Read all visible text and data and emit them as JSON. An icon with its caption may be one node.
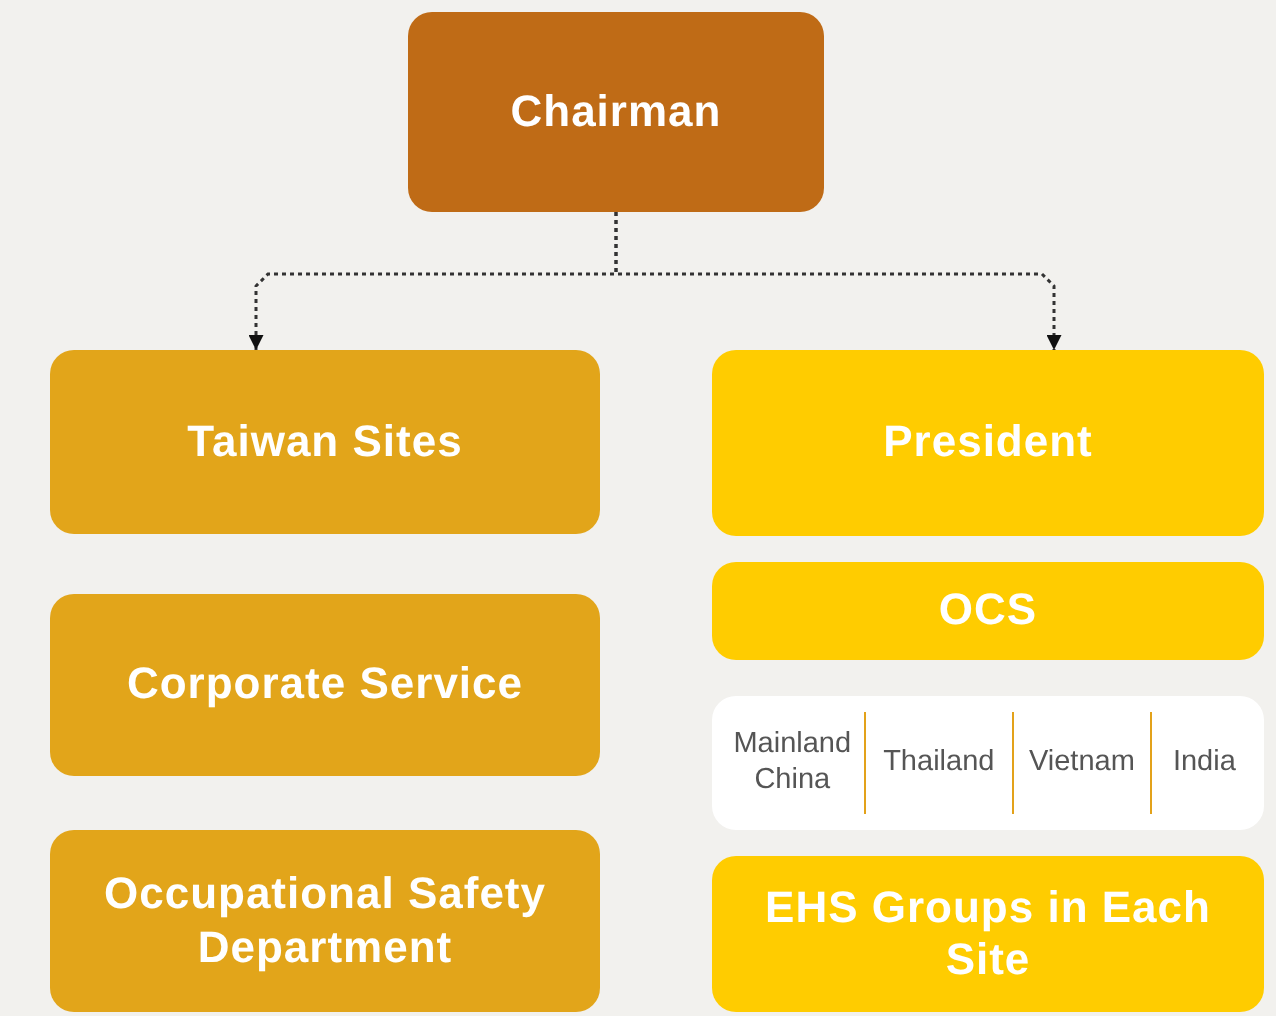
{
  "diagram": {
    "nodes": [
      {
        "text": [
          "Chairman"
        ]
      },
      {
        "text": [
          "Taiwan Sites"
        ]
      },
      {
        "text": [
          "Corporate Service"
        ]
      },
      {
        "text": [
          "Occupational Safety Department"
        ]
      },
      {
        "text": [
          "President"
        ]
      },
      {
        "text": [
          "OCS"
        ]
      },
      {
        "text": [
          "Mainland China",
          "Thailand",
          "Vietnam",
          "India"
        ]
      },
      {
        "text": [
          "EHS Groups in Each Site"
        ]
      }
    ],
    "edges": [
      {
        "from": 0,
        "to": 1,
        "arrow": "to",
        "style": "dashed"
      },
      {
        "from": 0,
        "to": 4,
        "arrow": "to",
        "style": "dashed"
      }
    ]
  }
}
